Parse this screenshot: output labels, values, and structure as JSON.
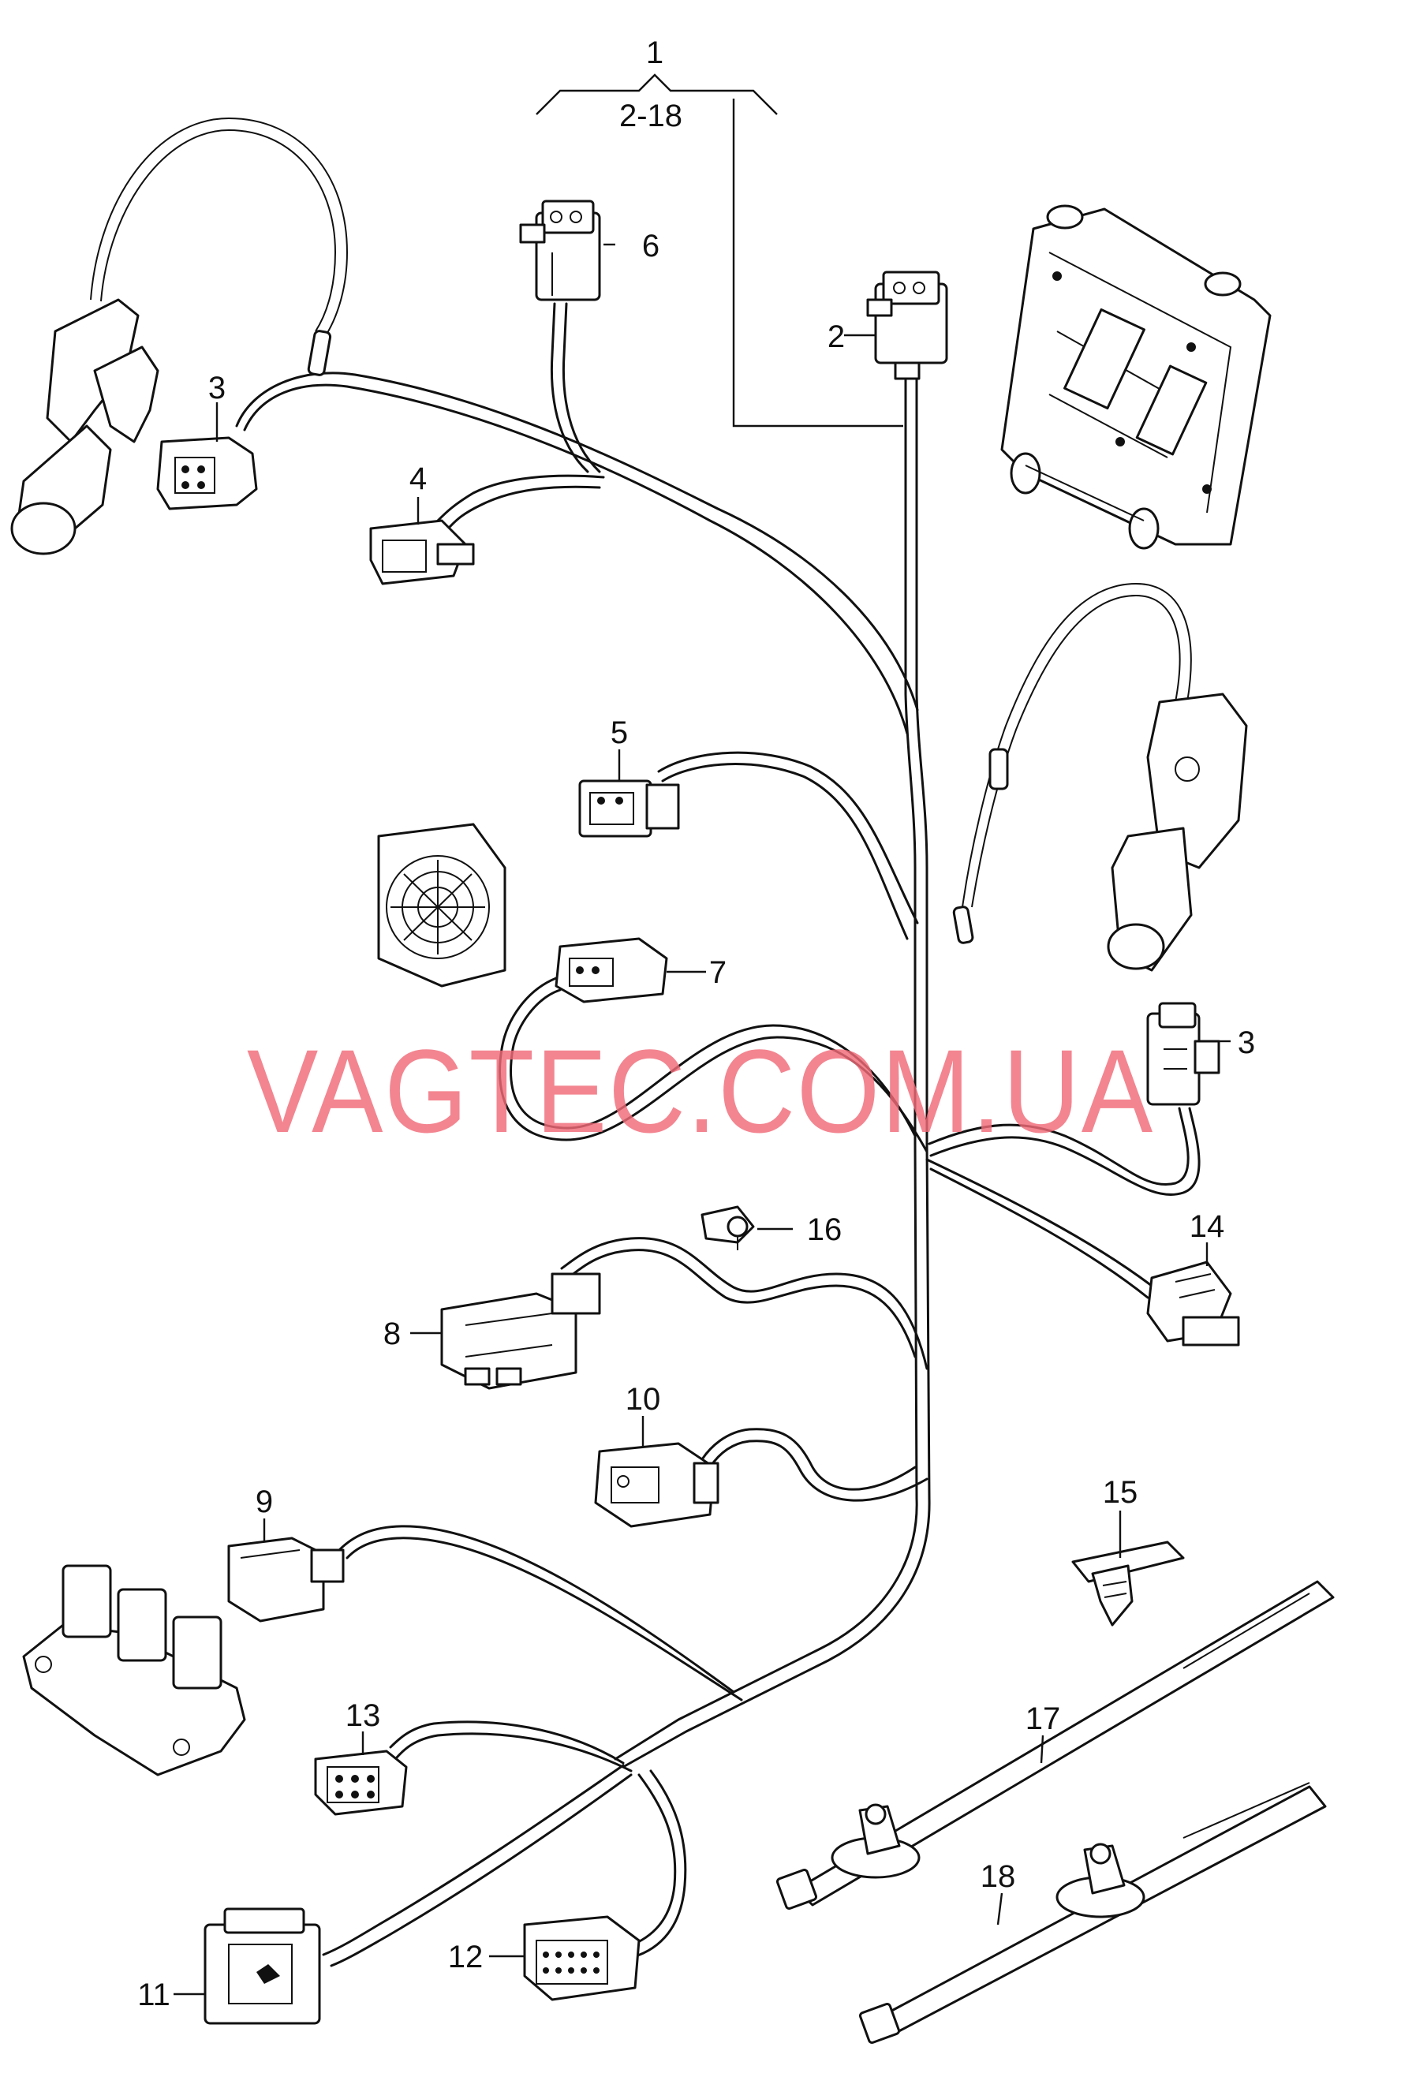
{
  "labels": {
    "assembly": "1",
    "range": "2-18",
    "p2": "2",
    "p3a": "3",
    "p3b": "3",
    "p4": "4",
    "p5": "5",
    "p6": "6",
    "p7": "7",
    "p8": "8",
    "p9": "9",
    "p10": "10",
    "p11": "11",
    "p12": "12",
    "p13": "13",
    "p14": "14",
    "p15": "15",
    "p16": "16",
    "p17": "17",
    "p18": "18"
  },
  "watermark": "VAGTEC.COM.UA",
  "colors": {
    "line": "#111111",
    "watermark": "#f06a78",
    "background": "#ffffff"
  }
}
